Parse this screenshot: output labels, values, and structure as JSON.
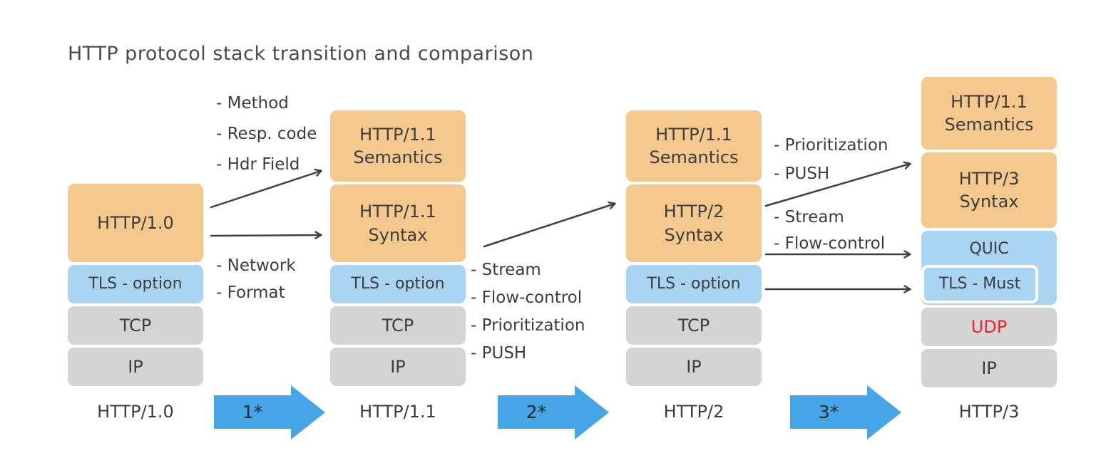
{
  "title": "HTTP protocol stack transition and comparison",
  "colors": {
    "block_orange": "#f5c98e",
    "block_blue": "#a9d5f2",
    "block_gray": "#d4d4d4",
    "big_arrow_blue": "#45a5e6",
    "ink": "#3d3d3d",
    "udp_red": "#e8262b"
  },
  "stacks": [
    {
      "caption": "HTTP/1.0",
      "blocks": [
        {
          "text": "HTTP/1.0",
          "color": "orange"
        },
        {
          "text": "TLS - option",
          "color": "blue"
        },
        {
          "text": "TCP",
          "color": "gray"
        },
        {
          "text": "IP",
          "color": "gray"
        }
      ]
    },
    {
      "caption": "HTTP/1.1",
      "blocks": [
        {
          "text": "HTTP/1.1\nSemantics",
          "color": "orange"
        },
        {
          "text": "HTTP/1.1\nSyntax",
          "color": "orange"
        },
        {
          "text": "TLS - option",
          "color": "blue"
        },
        {
          "text": "TCP",
          "color": "gray"
        },
        {
          "text": "IP",
          "color": "gray"
        }
      ]
    },
    {
      "caption": "HTTP/2",
      "blocks": [
        {
          "text": "HTTP/1.1\nSemantics",
          "color": "orange"
        },
        {
          "text": "HTTP/2\nSyntax",
          "color": "orange"
        },
        {
          "text": "TLS - option",
          "color": "blue"
        },
        {
          "text": "TCP",
          "color": "gray"
        },
        {
          "text": "IP",
          "color": "gray"
        }
      ]
    },
    {
      "caption": "HTTP/3",
      "blocks": [
        {
          "text": "HTTP/1.1\nSemantics",
          "color": "orange"
        },
        {
          "text": "HTTP/3\nSyntax",
          "color": "orange"
        },
        {
          "text": "QUIC",
          "color": "blue"
        },
        {
          "text": "TLS - Must",
          "color": "blue",
          "nested_in": "QUIC"
        },
        {
          "text": "UDP",
          "color": "gray",
          "text_color": "#e8262b"
        },
        {
          "text": "IP",
          "color": "gray"
        }
      ]
    }
  ],
  "transitions": [
    {
      "step_label": "1*",
      "top_notes": [
        "- Method",
        "- Resp. code",
        "- Hdr Field"
      ],
      "bottom_notes": [
        "- Network",
        "- Format"
      ]
    },
    {
      "step_label": "2*",
      "notes": [
        "- Stream",
        "- Flow-control",
        "- Prioritization",
        "- PUSH"
      ]
    },
    {
      "step_label": "3*",
      "top_notes": [
        "- Prioritization",
        "- PUSH"
      ],
      "mid_notes": [
        "- Stream",
        "- Flow-control"
      ]
    }
  ]
}
